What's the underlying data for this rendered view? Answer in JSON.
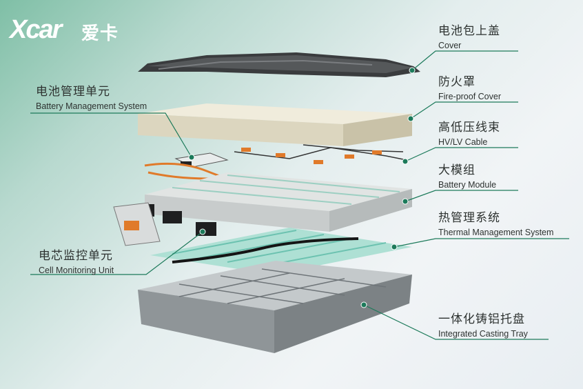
{
  "logo": {
    "mark": "Xcar",
    "zh": "爱卡"
  },
  "components": [
    {
      "zh": "电池包上盖",
      "en": "Cover"
    },
    {
      "zh": "防火罩",
      "en": "Fire-proof Cover"
    },
    {
      "zh": "电池管理单元",
      "en": "Battery Management System"
    },
    {
      "zh": "高低压线束",
      "en": "HV/LV Cable"
    },
    {
      "zh": "大模组",
      "en": "Battery Module"
    },
    {
      "zh": "热管理系统",
      "en": "Thermal Management System"
    },
    {
      "zh": "电芯监控单元",
      "en": "Cell Monitoring Unit"
    },
    {
      "zh": "一体化铸铝托盘",
      "en": "Integrated Casting Tray"
    }
  ],
  "colors": {
    "leader": "#1c7a5a",
    "dot": "#1c7a5a",
    "tray": "#9ea5a8",
    "foam": "#e6e2d0",
    "module": "#d4d8d8",
    "thermal": "#78c9b8",
    "accent": "#e07a2a"
  }
}
